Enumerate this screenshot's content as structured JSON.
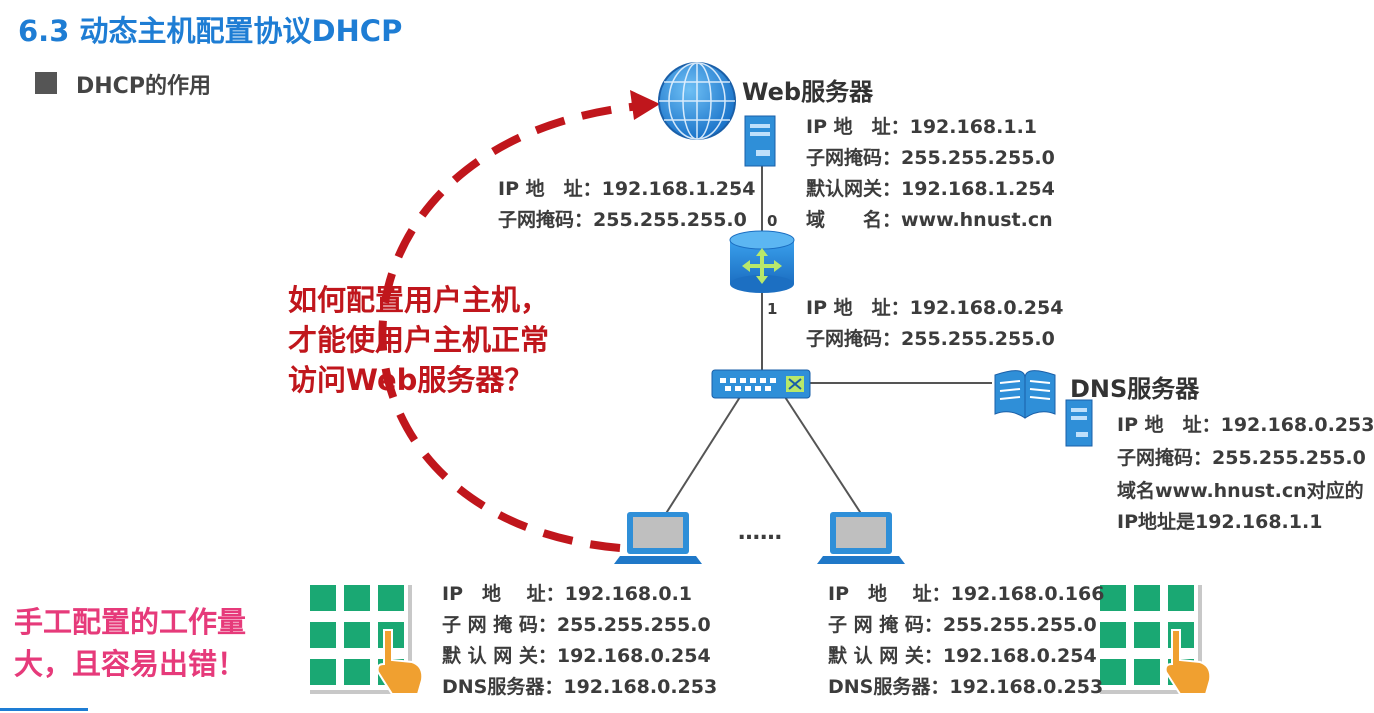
{
  "title": "6.3 动态主机配置协议DHCP",
  "section": "DHCP的作用",
  "web_server": {
    "name": "Web服务器",
    "lines": [
      "IP 地　址：192.168.1.1",
      "子网掩码：255.255.255.0",
      "默认网关：192.168.1.254",
      "域　　名：www.hnust.cn"
    ]
  },
  "router": {
    "port0_label": "0",
    "port1_label": "1",
    "port0_lines": [
      "IP 地　址：192.168.1.254",
      "子网掩码：255.255.255.0"
    ],
    "port1_lines": [
      "IP 地　址：192.168.0.254",
      "子网掩码：255.255.255.0"
    ]
  },
  "dns_server": {
    "name": "DNS服务器",
    "lines": [
      "IP 地　址：192.168.0.253",
      "子网掩码：255.255.255.0",
      "域名www.hnust.cn对应的",
      "IP地址是192.168.1.1"
    ]
  },
  "question": [
    "如何配置用户主机，",
    "才能使用户主机正常",
    "访问Web服务器？"
  ],
  "ellipsis": "……",
  "host1": {
    "lines": [
      "IP　地　 址：192.168.0.1",
      "子 网 掩 码：255.255.255.0",
      "默 认 网 关：192.168.0.254",
      "DNS服务器：192.168.0.253"
    ]
  },
  "host2": {
    "lines": [
      "IP　地　 址：192.168.0.166",
      "子 网 掩 码：255.255.255.0",
      "默 认 网 关：192.168.0.254",
      "DNS服务器：192.168.0.253"
    ]
  },
  "manual_note": [
    "手工配置的工作量",
    "大，且容易出错！"
  ],
  "colors": {
    "title": "#1e7dd4",
    "question": "#c0161c",
    "arrow": "#c0161c",
    "note": "#e63a7a",
    "device": "#2f8fd8",
    "keypad": "#1aa873",
    "hand": "#f0a030"
  }
}
